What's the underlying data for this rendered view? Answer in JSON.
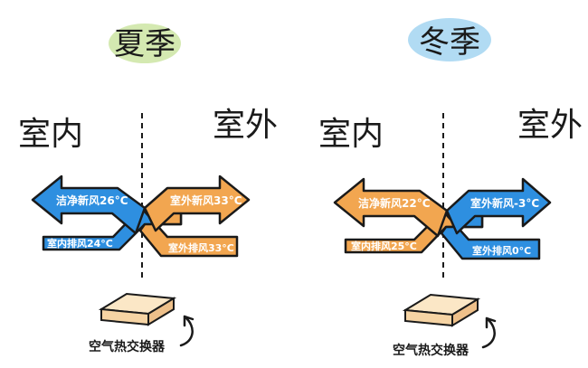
{
  "colors": {
    "blue": "#2e8fe0",
    "orange": "#f2a650",
    "outline": "#1a1a1a",
    "summer_blob": "#cfe7a8",
    "winter_blob": "#a9d7f2",
    "box_face": "#fbe7c6"
  },
  "panels": [
    {
      "season": "夏季",
      "indoor": "室内",
      "outdoor": "室外",
      "top_left": {
        "label": "洁净新风26°C",
        "color": "blue"
      },
      "bottom_left": {
        "label": "室内排风24°C",
        "color": "blue"
      },
      "top_right": {
        "label": "室外新风33°C",
        "color": "orange"
      },
      "bottom_right": {
        "label": "室外排风33°C",
        "color": "orange"
      },
      "device_label": "空气热交换器"
    },
    {
      "season": "冬季",
      "indoor": "室内",
      "outdoor": "室外",
      "top_left": {
        "label": "洁净新风22°C",
        "color": "orange"
      },
      "bottom_left": {
        "label": "室内排风25°C",
        "color": "orange"
      },
      "top_right": {
        "label": "室外新风-3°C",
        "color": "blue"
      },
      "bottom_right": {
        "label": "室外排风0°C",
        "color": "blue"
      },
      "device_label": "空气热交换器"
    }
  ]
}
